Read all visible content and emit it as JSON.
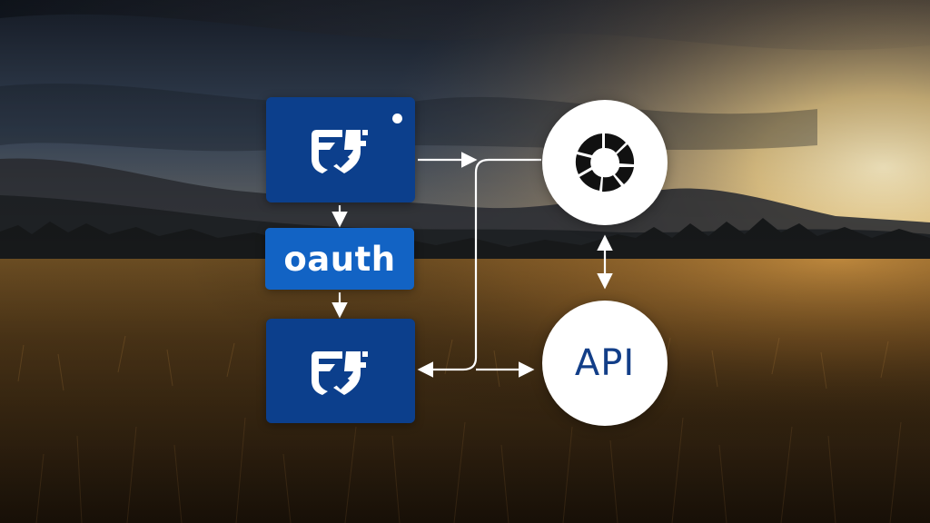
{
  "diagram": {
    "nodes": {
      "app_top": {
        "icon": "shield-check-icon",
        "has_status_dot": true
      },
      "oauth": {
        "label": "oauth"
      },
      "app_bottom": {
        "icon": "shield-check-icon"
      },
      "service": {
        "icon": "ring-segments-icon"
      },
      "api": {
        "label": "API"
      }
    },
    "edges": [
      {
        "from": "app_top",
        "to": "oauth",
        "direction": "forward"
      },
      {
        "from": "oauth",
        "to": "app_bottom",
        "direction": "forward"
      },
      {
        "from": "app_top",
        "to": "service",
        "direction": "forward"
      },
      {
        "from": "service",
        "to": "app_bottom",
        "direction": "forward"
      },
      {
        "from": "app_bottom",
        "to": "api",
        "direction": "forward"
      },
      {
        "from": "service",
        "to": "api",
        "direction": "both"
      }
    ]
  },
  "colors": {
    "box_fill": "#0c3f8c",
    "oauth_fill": "#1263c4",
    "api_text": "#123e88",
    "connector": "#ffffff",
    "circle_fill": "#ffffff",
    "icon_dark": "#111111"
  }
}
